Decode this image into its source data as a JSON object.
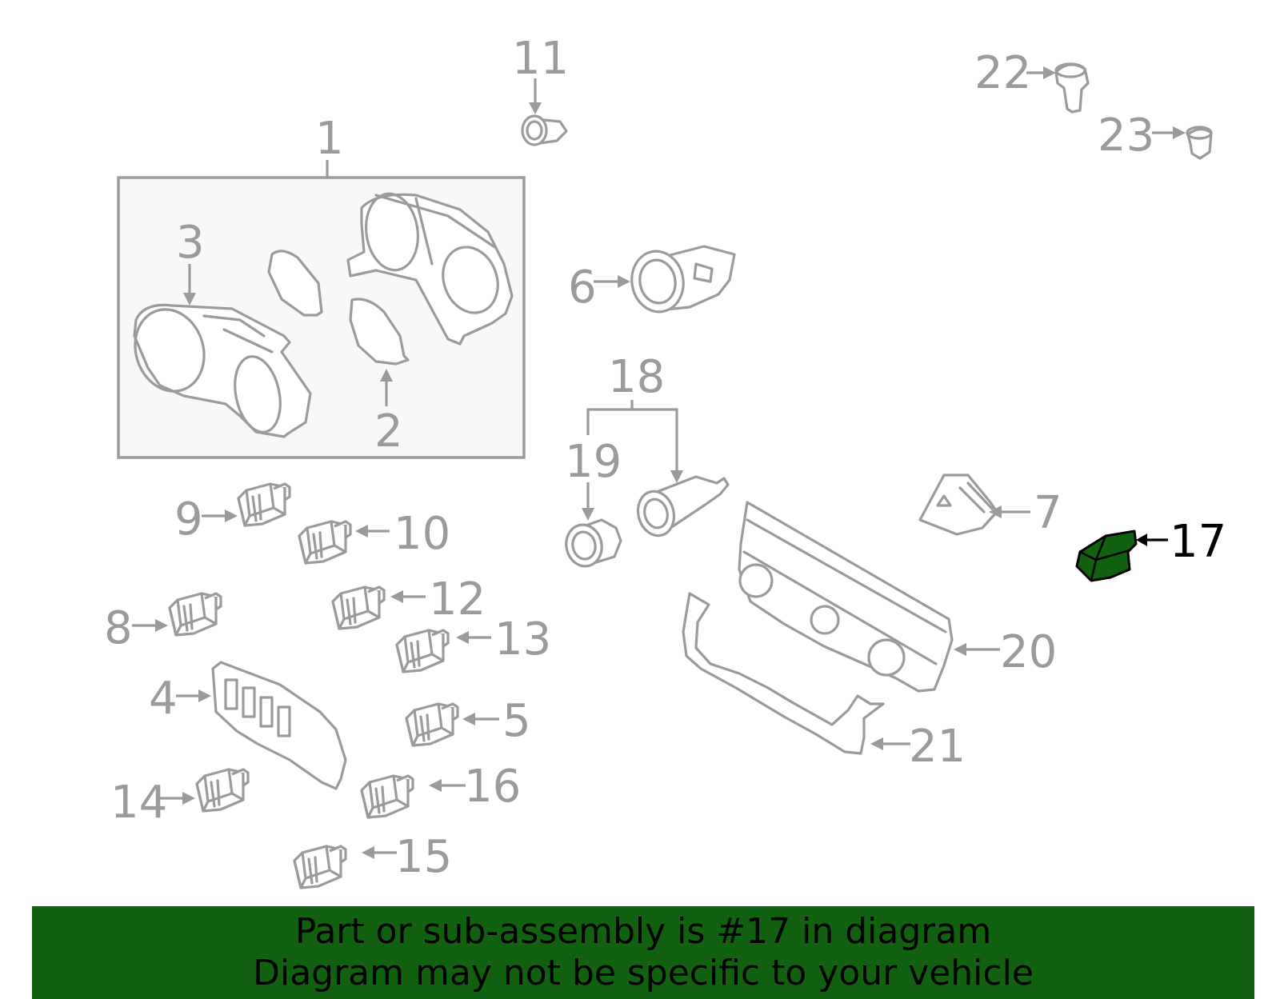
{
  "banner": {
    "line1": "Part or sub-assembly is #17 in diagram",
    "line2": "Diagram may not be specific to your vehicle",
    "background": "#116111"
  },
  "highlight": {
    "part": "17",
    "color": "#116111"
  },
  "callouts": {
    "c1": "1",
    "c2": "2",
    "c3": "3",
    "c4": "4",
    "c5": "5",
    "c6": "6",
    "c7": "7",
    "c8": "8",
    "c9": "9",
    "c10": "10",
    "c11": "11",
    "c12": "12",
    "c13": "13",
    "c14": "14",
    "c15": "15",
    "c16": "16",
    "c17": "17",
    "c18": "18",
    "c19": "19",
    "c20": "20",
    "c21": "21",
    "c22": "22",
    "c23": "23"
  }
}
